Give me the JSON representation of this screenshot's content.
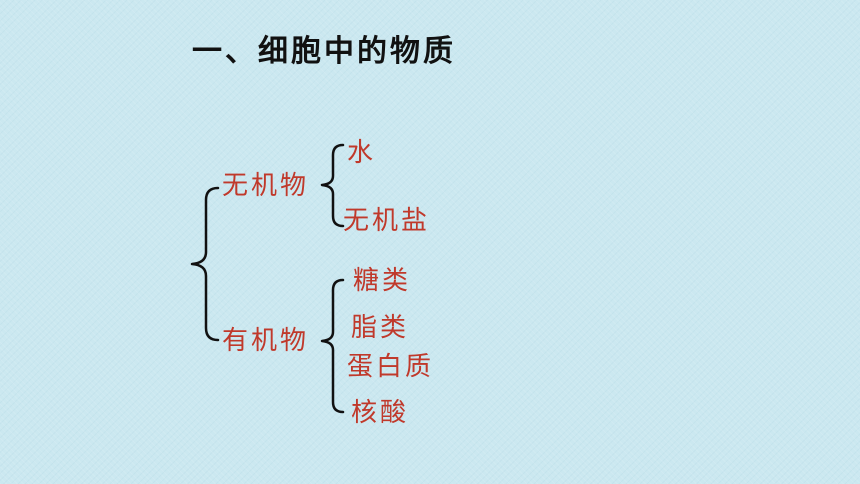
{
  "title": "一、细胞中的物质",
  "groups": [
    {
      "label": "无机物",
      "items": [
        "水",
        "无机盐"
      ]
    },
    {
      "label": "有机物",
      "items": [
        "糖类",
        "脂类",
        "蛋白质",
        "核酸"
      ]
    }
  ],
  "colors": {
    "background": "#cbe8f0",
    "title": "#111111",
    "labels": "#c0392b",
    "braces": "#111111"
  }
}
